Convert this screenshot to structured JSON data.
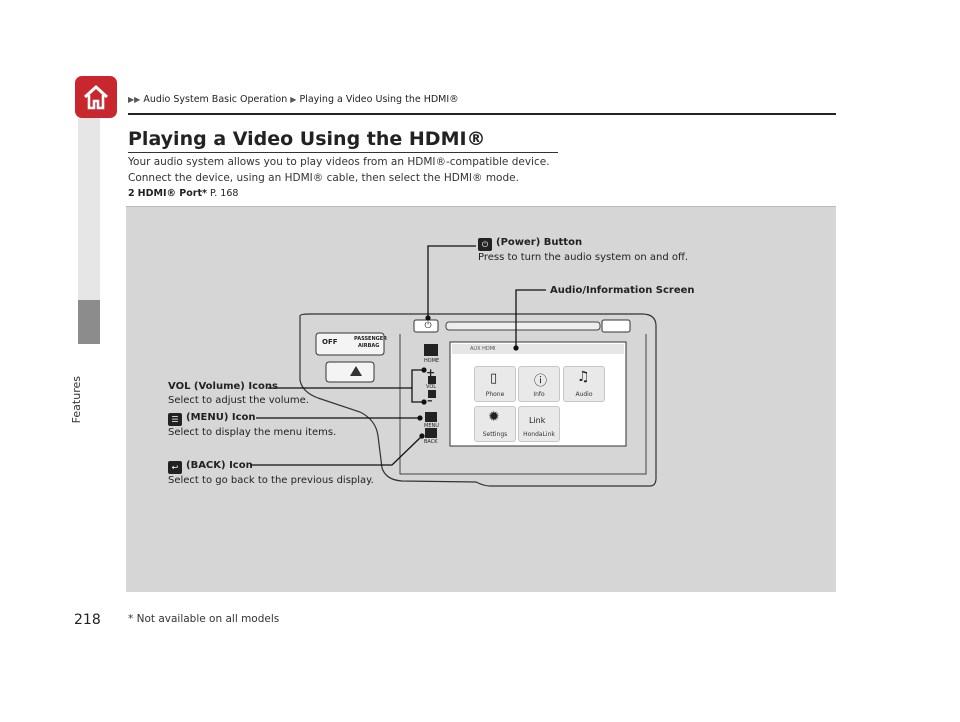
{
  "page": {
    "number": "218",
    "section_label": "Features",
    "footnote": "* Not available on all models"
  },
  "breadcrumb": {
    "part1": "Audio System Basic Operation",
    "part2": "Playing a Video Using the HDMI®"
  },
  "heading": {
    "title": "Playing a Video Using the HDMI®"
  },
  "body": {
    "line1": "Your audio system allows you to play videos from an HDMI®-compatible device.",
    "line2": "Connect the device, using an HDMI® cable, then select the HDMI® mode."
  },
  "reference": {
    "label": "HDMI® Port",
    "asterisk": "*",
    "page": "P. 168"
  },
  "callouts": {
    "power_title": "(Power) Button",
    "power_desc": "Press to turn the audio system on and off.",
    "screen_title": "Audio/Information Screen",
    "vol_title": "VOL (Volume) Icons",
    "vol_desc": "Select to adjust the volume.",
    "menu_title": "(MENU) Icon",
    "menu_desc": "Select to display the menu items.",
    "back_title": "(BACK) Icon",
    "back_desc": "Select to go back to the previous display."
  },
  "device": {
    "airbag_off": "OFF",
    "airbag_label1": "PASSENGER",
    "airbag_label2": "AIRBAG",
    "home_label": "HOME",
    "vol_label": "VOL",
    "menu_label": "MENU",
    "back_label": "BACK",
    "screen_status": "AUX HDMI",
    "tiles": [
      "Phone",
      "Info",
      "Audio",
      "Settings",
      "HondaLink"
    ],
    "link_text": "Link"
  },
  "colors": {
    "home_red": "#c8282d",
    "panel_gray": "#d6d6d6"
  }
}
